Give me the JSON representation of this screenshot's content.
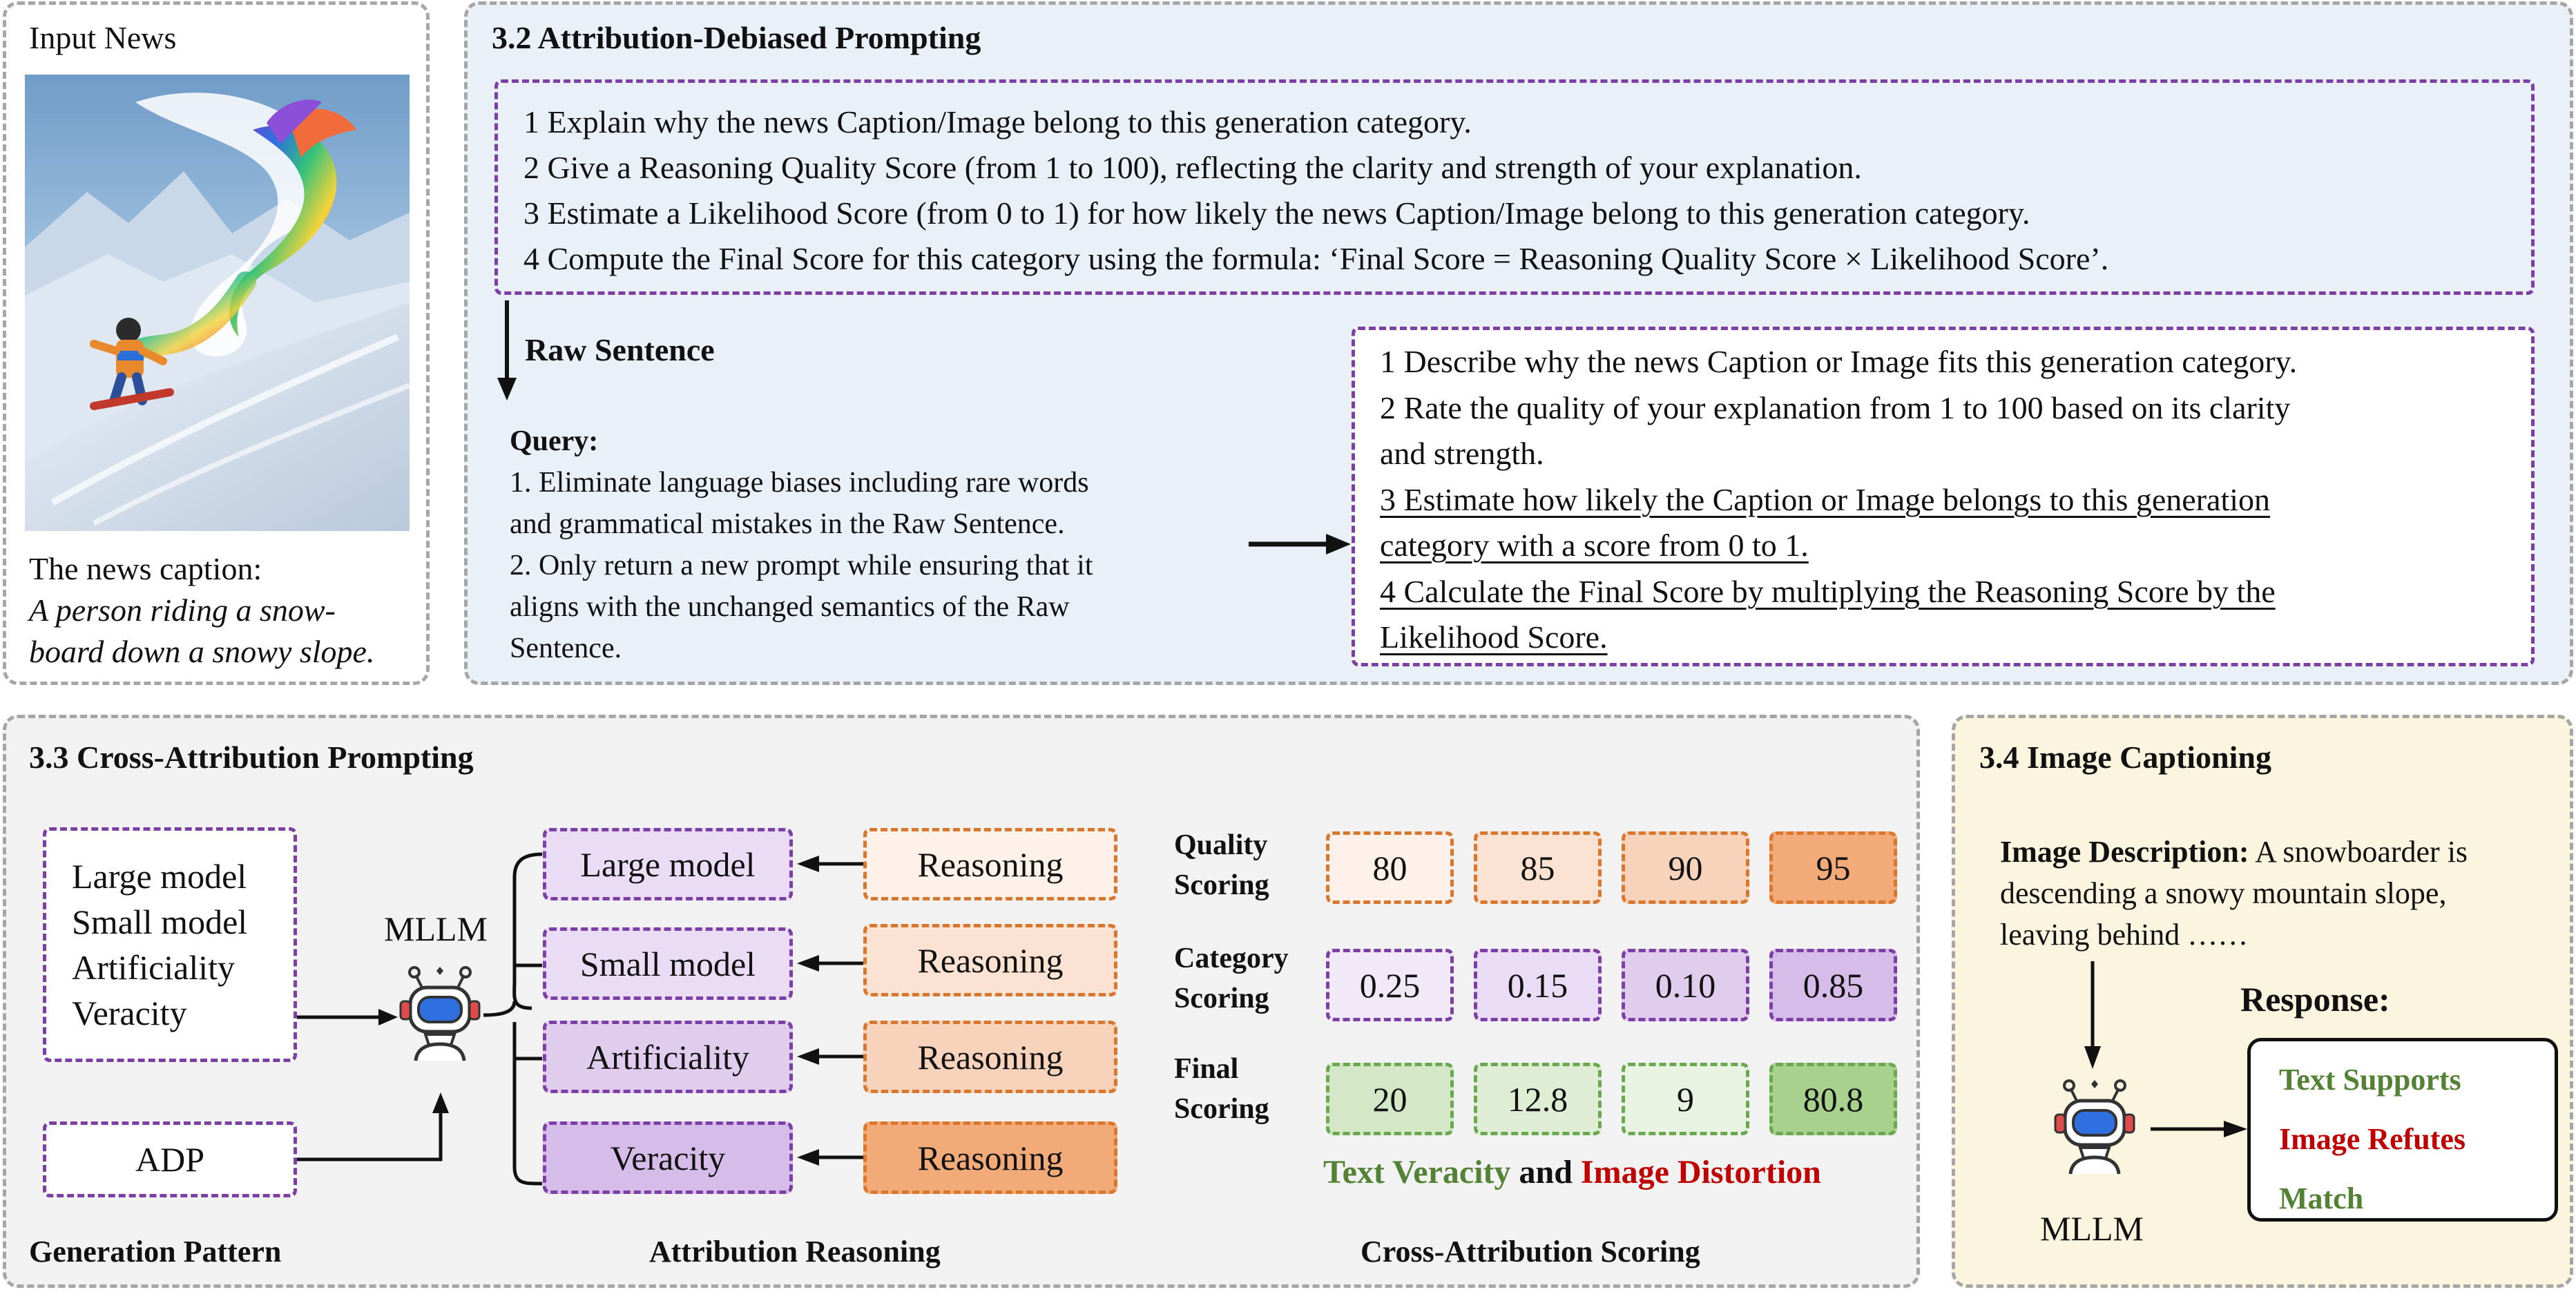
{
  "input_news": {
    "title": "Input News",
    "caption_label": "The news caption:",
    "caption_line1": "A person riding a snow-",
    "caption_line2": "board down a snowy slope."
  },
  "adp": {
    "title": "3.2 Attribution-Debiased Prompting",
    "steps": [
      "1 Explain why the news Caption/Image belong to this generation category.",
      "2 Give a Reasoning Quality Score (from 1 to 100), reflecting the clarity and strength of your explanation.",
      "3 Estimate a Likelihood Score (from 0 to 1) for how likely the news Caption/Image belong to this generation category.",
      "4 Compute the Final Score for this category using the formula: ‘Final Score = Reasoning Quality Score × Likelihood Score’."
    ],
    "raw_sentence": "Raw Sentence",
    "query_label": "Query:",
    "query_lines": [
      "1. Eliminate language biases including rare words",
      "and grammatical mistakes in the Raw Sentence.",
      "2. Only return a new prompt while ensuring that it",
      "aligns with the unchanged semantics of the Raw",
      "Sentence."
    ],
    "rewritten_lines": [
      "1 Describe why the news Caption or Image fits this generation category.",
      "2 Rate the quality of your explanation from 1 to 100 based on its clarity",
      "and strength.",
      "3 Estimate how likely the Caption or Image belongs to this generation",
      "category with a score from 0 to 1.",
      "4 Calculate the Final Score by multiplying the Reasoning Score by the",
      "Likelihood Score."
    ]
  },
  "cap": {
    "title": "3.3 Cross-Attribution Prompting",
    "pattern_list": [
      "Large model",
      "Small model",
      "Artificiality",
      "Veracity"
    ],
    "adp_label": "ADP",
    "mllm_label": "MLLM",
    "categories": [
      "Large model",
      "Small model",
      "Artificiality",
      "Veracity"
    ],
    "reasoning_label": "Reasoning",
    "row_labels": [
      [
        "Quality",
        "Scoring"
      ],
      [
        "Category",
        "Scoring"
      ],
      [
        "Final",
        "Scoring"
      ]
    ],
    "quality_scores": [
      "80",
      "85",
      "90",
      "95"
    ],
    "category_scores": [
      "0.25",
      "0.15",
      "0.10",
      "0.85"
    ],
    "final_scores": [
      "20",
      "12.8",
      "9",
      "80.8"
    ],
    "legend_text_veracity": "Text Veracity",
    "legend_and": "and",
    "legend_image_distortion": "Image Distortion",
    "footer_generation": "Generation Pattern",
    "footer_attribution": "Attribution Reasoning",
    "footer_cross": "Cross-Attribution Scoring"
  },
  "captioning": {
    "title": "3.4 Image Captioning",
    "desc_label": "Image Description:",
    "desc_first": "A snowboarder is",
    "desc_lines": [
      "descending a snowy mountain slope,",
      "leaving behind ……"
    ],
    "response_label": "Response:",
    "responses": [
      "Text Supports",
      "Image Refutes",
      "Match"
    ],
    "mllm_label": "MLLM"
  },
  "colors": {
    "adp_bg": "#e9f0f8",
    "cap_bg": "#f2f2f2",
    "captioning_bg": "#fbf4df",
    "purple_border": "#7b3fa6",
    "orange_border": "#d9772e",
    "green_border": "#6aa84f",
    "text_green": "#548235",
    "text_red": "#c00000"
  },
  "icons": [
    "robot-icon",
    "snowboarder-image"
  ]
}
